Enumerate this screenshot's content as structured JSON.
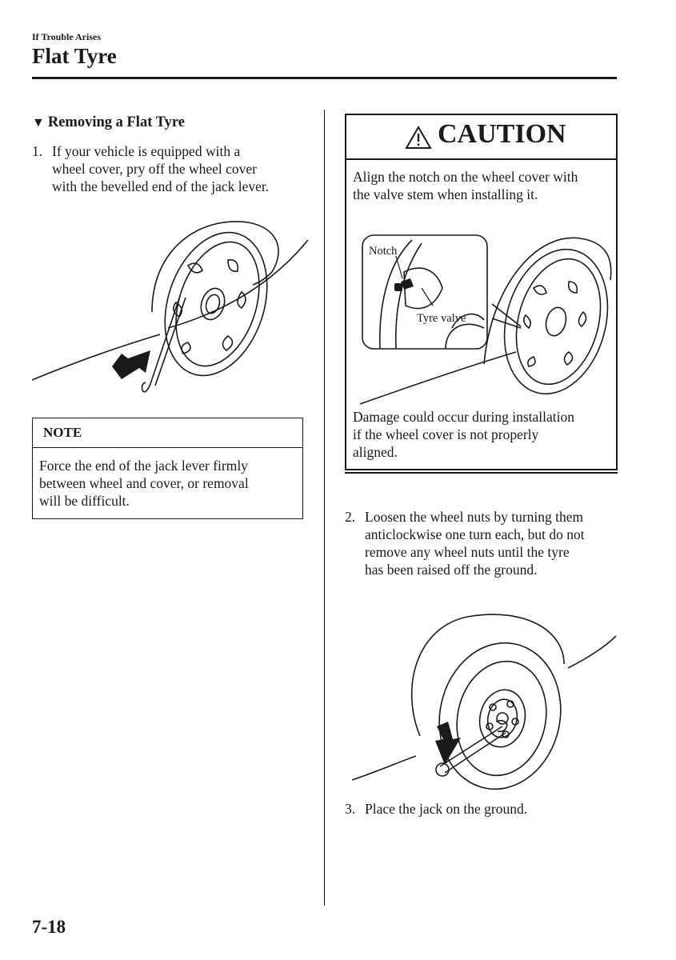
{
  "header": {
    "section_label": "If Trouble Arises",
    "page_title": "Flat Tyre"
  },
  "subheading": "Removing a Flat Tyre",
  "steps": [
    {
      "number": "1.",
      "lines": [
        "If your vehicle is equipped with a",
        "wheel cover, pry off the wheel cover",
        "with the bevelled end of the jack lever."
      ]
    },
    {
      "number": "2.",
      "lines": [
        "Loosen the wheel nuts by turning them",
        "anticlockwise one turn each, but do not",
        "remove any wheel nuts until the tyre",
        "has been raised off the ground."
      ]
    },
    {
      "number": "3.",
      "lines": [
        "Place the jack on the ground."
      ]
    }
  ],
  "note": {
    "title": "NOTE",
    "lines": [
      "Force the end of the jack lever firmly",
      "between wheel and cover, or removal",
      "will be difficult."
    ]
  },
  "caution": {
    "title": "CAUTION",
    "text1_lines": [
      "Align the notch on the wheel cover with",
      "the valve stem when installing it."
    ],
    "text2_lines": [
      "Damage could occur during installation",
      "if the wheel cover is not properly",
      "aligned."
    ],
    "figure_labels": {
      "notch": "Notch",
      "valve": "Tyre valve"
    }
  },
  "icons": {
    "caution": "warning-triangle-icon"
  },
  "page_number": "7-18"
}
